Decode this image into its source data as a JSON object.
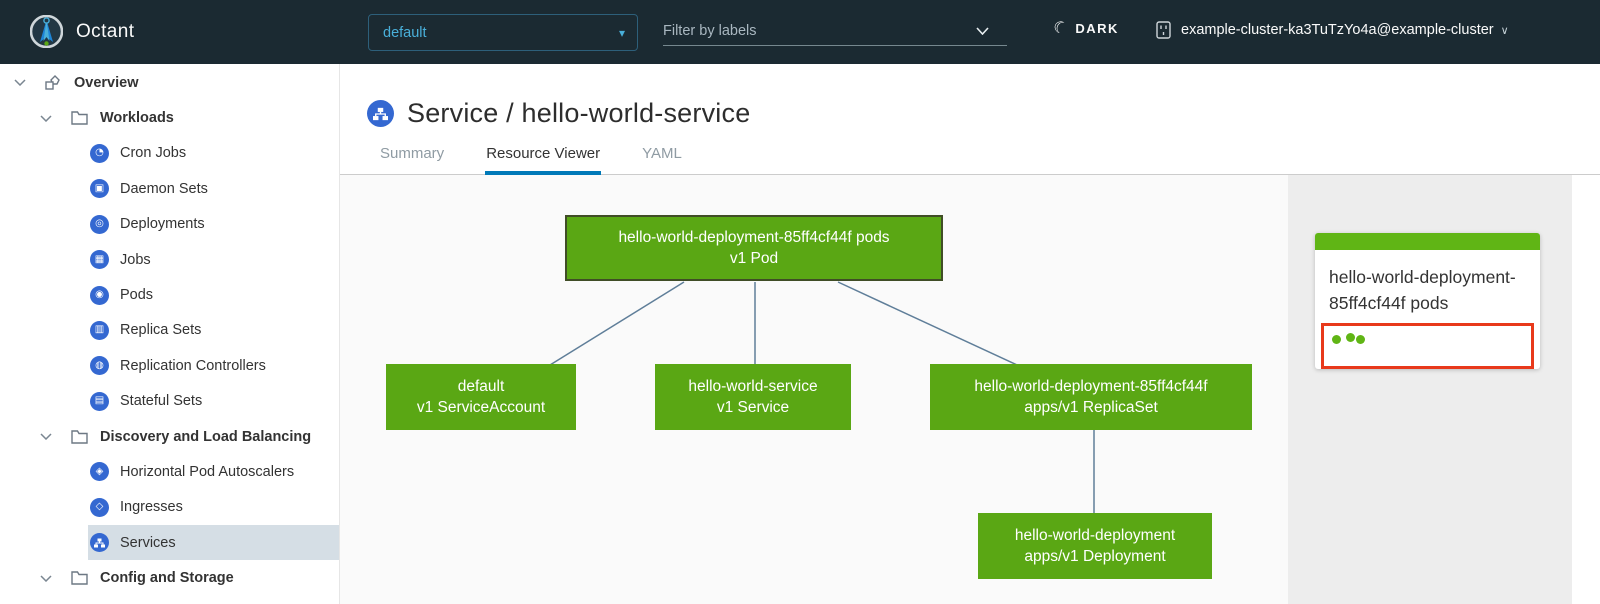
{
  "header": {
    "app_name": "Octant",
    "namespace_selector": {
      "value": "default",
      "caret": "▾"
    },
    "filter_input": {
      "placeholder": "Filter by labels"
    },
    "theme_toggle": {
      "label": "DARK",
      "moon": "☾"
    },
    "cluster_selector": {
      "value": "example-cluster-ka3TuTzYo4a@example-cluster",
      "caret": "∨"
    }
  },
  "sidebar": {
    "items": [
      {
        "label": "Overview",
        "icon": "overview-icon",
        "depth": 0,
        "expanded": true
      },
      {
        "label": "Workloads",
        "icon": "folder-icon",
        "depth": 1,
        "expanded": true
      },
      {
        "label": "Cron Jobs",
        "icon": "cronjobs-icon",
        "depth": 2
      },
      {
        "label": "Daemon Sets",
        "icon": "daemonsets-icon",
        "depth": 2
      },
      {
        "label": "Deployments",
        "icon": "deployments-icon",
        "depth": 2
      },
      {
        "label": "Jobs",
        "icon": "jobs-icon",
        "depth": 2
      },
      {
        "label": "Pods",
        "icon": "pods-icon",
        "depth": 2
      },
      {
        "label": "Replica Sets",
        "icon": "replicasets-icon",
        "depth": 2
      },
      {
        "label": "Replication Controllers",
        "icon": "replicationcontrollers-icon",
        "depth": 2
      },
      {
        "label": "Stateful Sets",
        "icon": "statefulsets-icon",
        "depth": 2
      },
      {
        "label": "Discovery and Load Balancing",
        "icon": "folder-icon",
        "depth": 1,
        "expanded": true
      },
      {
        "label": "Horizontal Pod Autoscalers",
        "icon": "hpa-icon",
        "depth": 2
      },
      {
        "label": "Ingresses",
        "icon": "ingresses-icon",
        "depth": 2
      },
      {
        "label": "Services",
        "icon": "services-icon",
        "depth": 2,
        "selected": true
      },
      {
        "label": "Config and Storage",
        "icon": "folder-icon",
        "depth": 1,
        "expanded": true
      }
    ]
  },
  "glyphs": {
    "cronjobs": "◔",
    "daemonsets": "▣",
    "deployments": "◎",
    "jobs": "▦",
    "pods": "◉",
    "replicasets": "▥",
    "replicationcontrollers": "◍",
    "statefulsets": "▤",
    "hpa": "◈",
    "ingresses": "◇"
  },
  "main": {
    "title": "Service / hello-world-service",
    "tabs": [
      {
        "label": "Summary",
        "active": false
      },
      {
        "label": "Resource Viewer",
        "active": true
      },
      {
        "label": "YAML",
        "active": false
      }
    ]
  },
  "graph": {
    "nodes": [
      {
        "id": "pod",
        "line1": "hello-world-deployment-85ff4cf44f pods",
        "line2": "v1 Pod",
        "selected": true
      },
      {
        "id": "serviceaccount",
        "line1": "default",
        "line2": "v1 ServiceAccount",
        "selected": false
      },
      {
        "id": "service",
        "line1": "hello-world-service",
        "line2": "v1 Service",
        "selected": false
      },
      {
        "id": "replicaset",
        "line1": "hello-world-deployment-85ff4cf44f",
        "line2": "apps/v1 ReplicaSet",
        "selected": false
      },
      {
        "id": "deployment",
        "line1": "hello-world-deployment",
        "line2": "apps/v1 Deployment",
        "selected": false
      }
    ],
    "edges": [
      [
        "pod",
        "serviceaccount"
      ],
      [
        "pod",
        "service"
      ],
      [
        "pod",
        "replicaset"
      ],
      [
        "replicaset",
        "deployment"
      ]
    ]
  },
  "detail_panel": {
    "card": {
      "title": "hello-world-deployment-85ff4cf44f pods",
      "pod_status_dots": 3
    }
  },
  "colors": {
    "header_bg": "#1b2a32",
    "accent_blue": "#49afd9",
    "icon_blue": "#3468d1",
    "node_green": "#5aa714",
    "card_green": "#60b515",
    "status_red": "#e8391b",
    "tab_underline": "#0079b8",
    "edge": "#5f7e99",
    "selected_row": "#d5dee5",
    "panel_bg": "#ededed",
    "graph_bg": "#fafafa"
  }
}
